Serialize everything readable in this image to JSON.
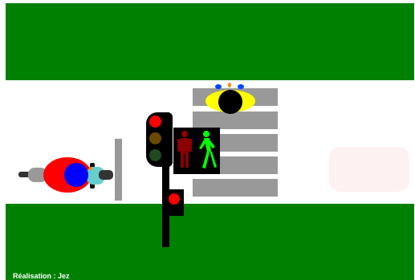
{
  "credit_text": "Réalisation : Jez",
  "colors": {
    "grass": "#008000",
    "road": "#ffffff",
    "crossing_stripe": "#999999",
    "stop_line": "#999999",
    "signal_housing": "#000000",
    "red_light": "#ff0000",
    "amber_light_off": "#6b4a00",
    "green_light_off": "#1f4a1f",
    "ped_red_off": "#8b0000",
    "ped_green_on": "#00ff00",
    "rider_body": "#ff0000",
    "rider_helmet": "#0000ff",
    "pedestrian_coat": "#ffff00",
    "pedestrian_head": "#000000",
    "pedestrian_feet": "#0044ff",
    "faded_vehicle": "#fbe8e8"
  },
  "signals": {
    "vehicle_light": "red",
    "pedestrian_light": "green"
  },
  "icons": {
    "vehicle_signal": "traffic-light-icon",
    "pedestrian_signal": "pedestrian-walk-signal-icon",
    "motorbike": "motorcycle-top-view-icon",
    "pedestrian": "pedestrian-top-view-icon"
  }
}
